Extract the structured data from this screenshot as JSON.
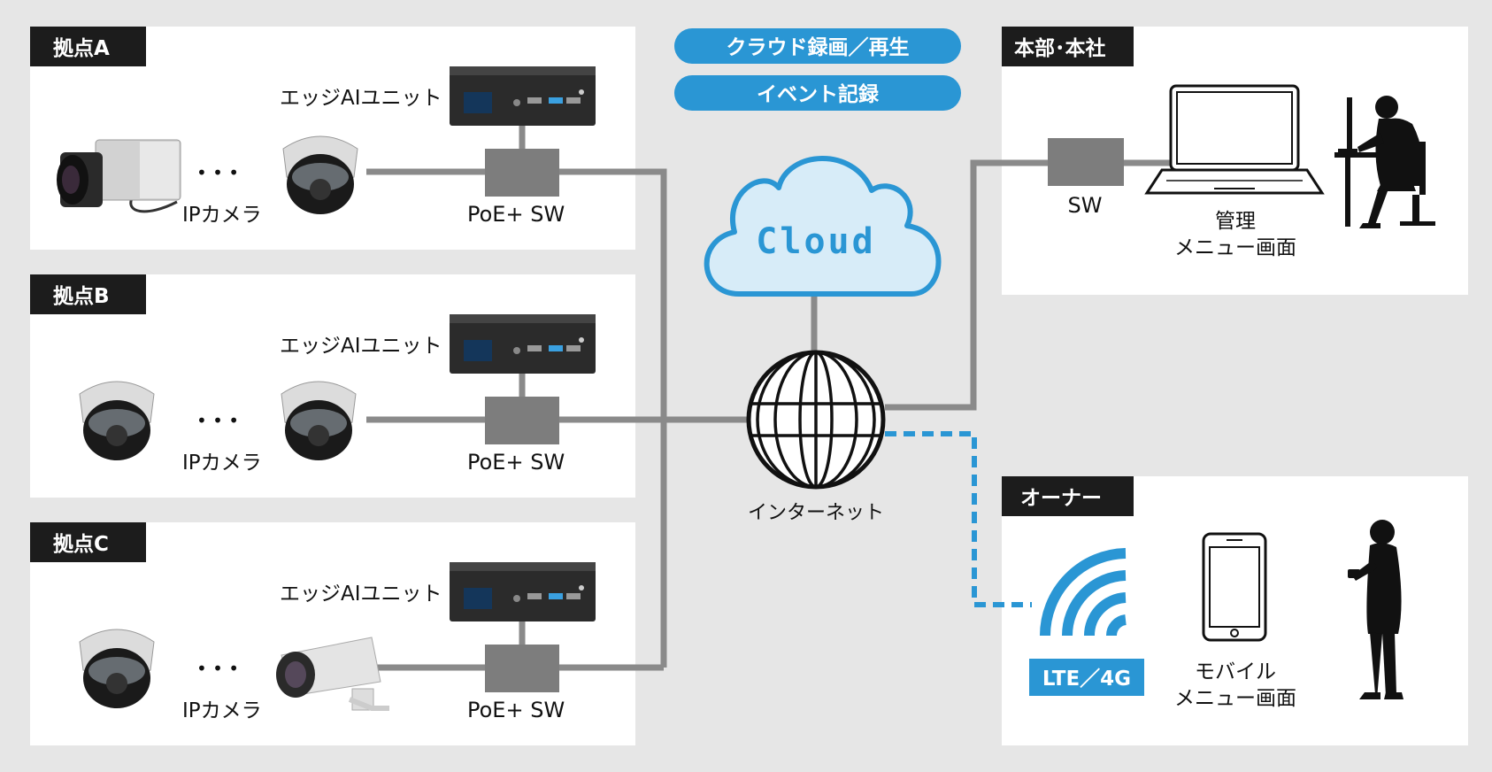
{
  "sites": [
    {
      "tag": "拠点A",
      "edge_unit": "エッジAIユニット",
      "switch": "PoE+ SW",
      "camera": "IPカメラ",
      "dots": "• • •"
    },
    {
      "tag": "拠点B",
      "edge_unit": "エッジAIユニット",
      "switch": "PoE+ SW",
      "camera": "IPカメラ",
      "dots": "• • •"
    },
    {
      "tag": "拠点C",
      "edge_unit": "エッジAIユニット",
      "switch": "PoE+ SW",
      "camera": "IPカメラ",
      "dots": "• • •"
    }
  ],
  "cloud": {
    "pill_1": "クラウド録画／再生",
    "pill_2": "イベント記録",
    "label": "Cloud"
  },
  "internet": {
    "label": "インターネット"
  },
  "headquarters": {
    "tag": "本部･本社",
    "switch": "SW",
    "screen_line1": "管理",
    "screen_line2": "メニュー画面"
  },
  "owner": {
    "tag": "オーナー",
    "network": "LTE／4G",
    "screen_line1": "モバイル",
    "screen_line2": "メニュー画面"
  },
  "colors": {
    "background": "#e6e6e6",
    "panel": "#ffffff",
    "tag_bg": "#1c1c1c",
    "accent_blue": "#2a96d4",
    "cloud_fill": "#d7ecf8",
    "link_gray": "#8a8a8a",
    "switch_gray": "#7d7d7d"
  }
}
